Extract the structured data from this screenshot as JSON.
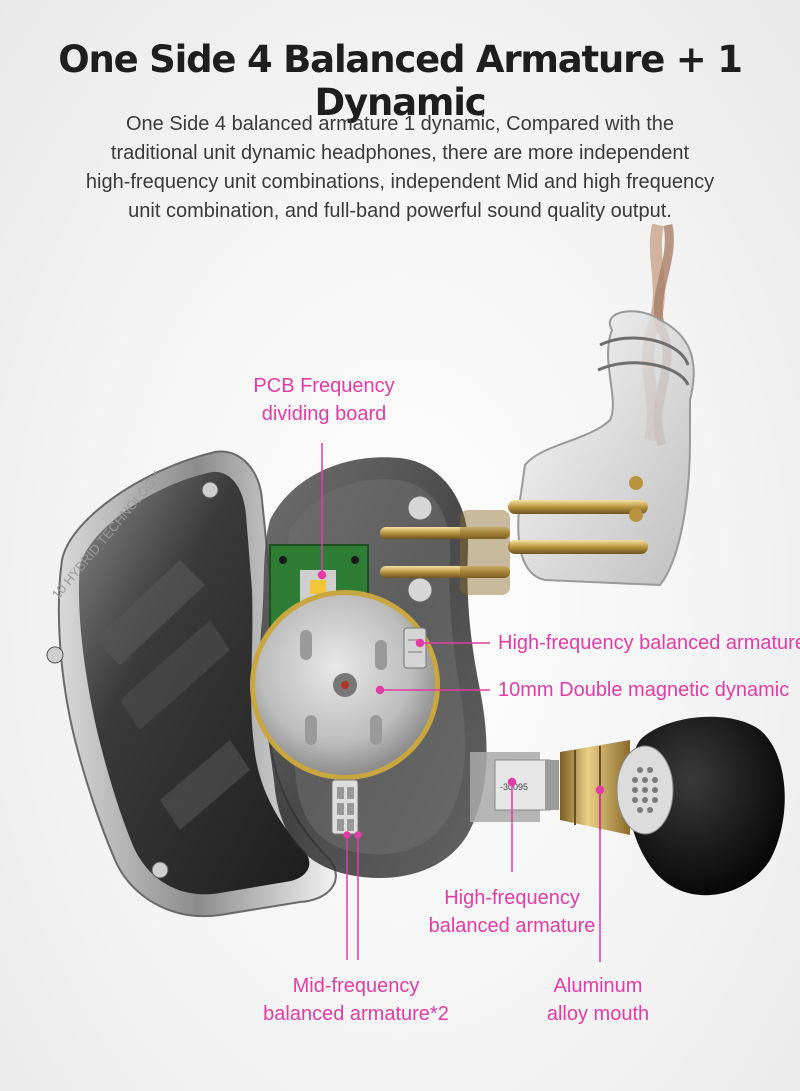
{
  "header": {
    "title": "One Side 4 Balanced Armature + 1 Dynamic",
    "description_lines": [
      "One Side 4 balanced armature 1 dynamic, Compared with the",
      "traditional unit dynamic headphones, there are more independent",
      "high-frequency unit combinations, independent Mid and high frequency",
      "unit combination, and full-band powerful sound quality output."
    ]
  },
  "product": {
    "faceplate_text": "10 HYBRID TECHNOLOGY",
    "nozzle_text": "-30095"
  },
  "labels": {
    "pcb": [
      "PCB Frequency",
      "dividing board"
    ],
    "high_ba_right": "High-frequency balanced armature",
    "dynamic": "10mm Double magnetic dynamic",
    "high_ba_bottom": [
      "High-frequency",
      "balanced armature"
    ],
    "mid_ba": [
      "Mid-frequency",
      "balanced armature*2"
    ],
    "aluminum": [
      "Aluminum",
      "alloy mouth"
    ]
  },
  "colors": {
    "accent": "#e23ca6",
    "title": "#1e1e1e",
    "body_text": "#3a3a3a"
  }
}
